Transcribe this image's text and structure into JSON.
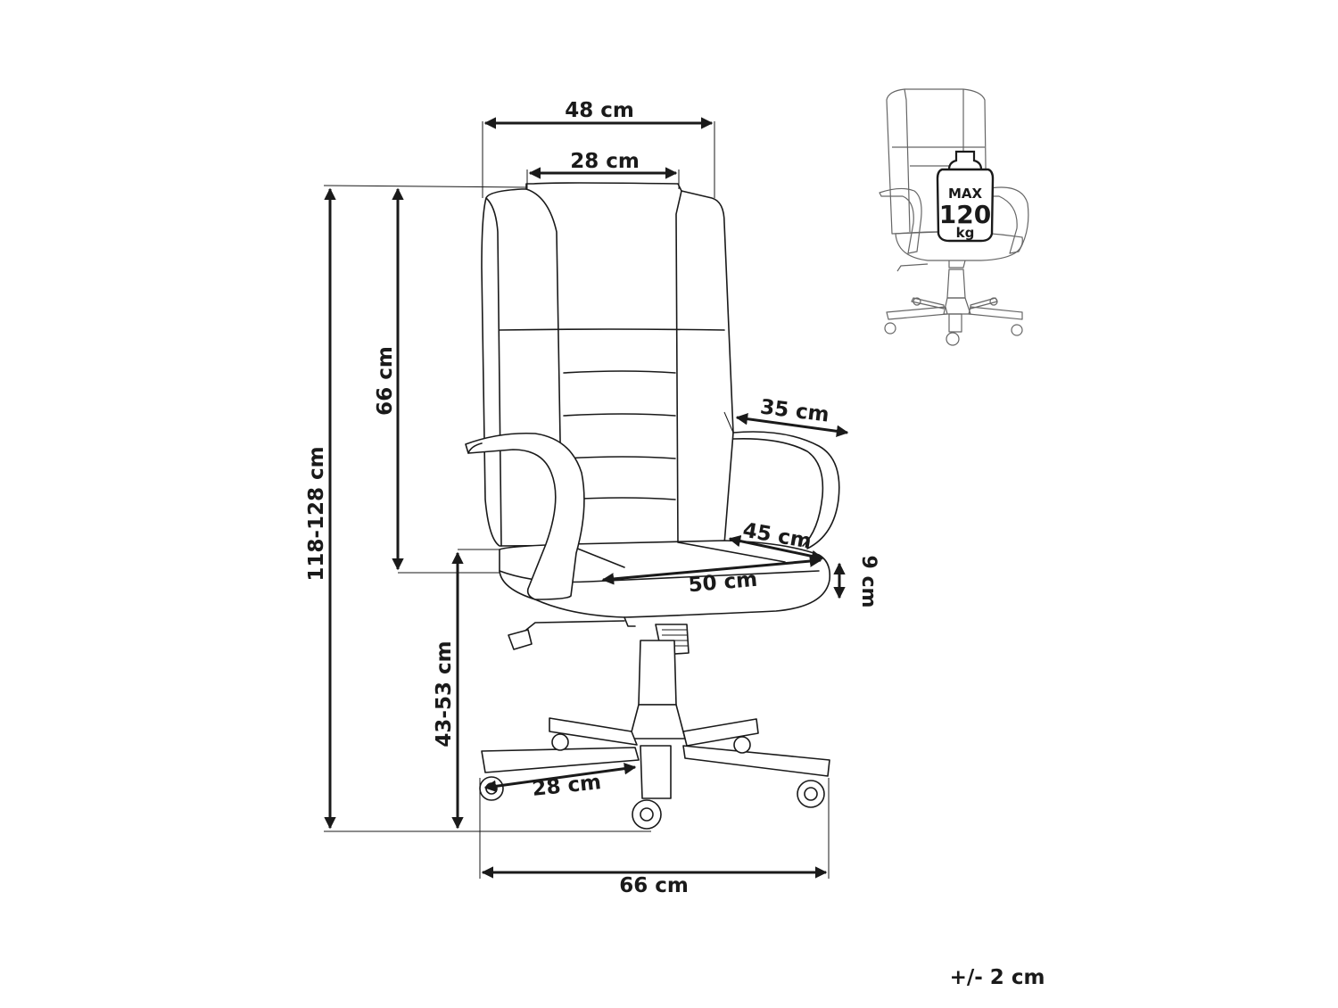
{
  "dimensions": {
    "width_top": "48 cm",
    "backrest_width": "28 cm",
    "backrest_height": "66 cm",
    "total_height": "118-128 cm",
    "armrest_length": "35 cm",
    "seat_depth": "45 cm",
    "seat_width": "50 cm",
    "seat_thickness": "9 cm",
    "seat_height": "43-53 cm",
    "base_radius": "28 cm",
    "base_width": "66 cm"
  },
  "max_load": {
    "label_top": "MAX",
    "value": "120",
    "unit": "kg"
  },
  "tolerance": "+/- 2 cm"
}
